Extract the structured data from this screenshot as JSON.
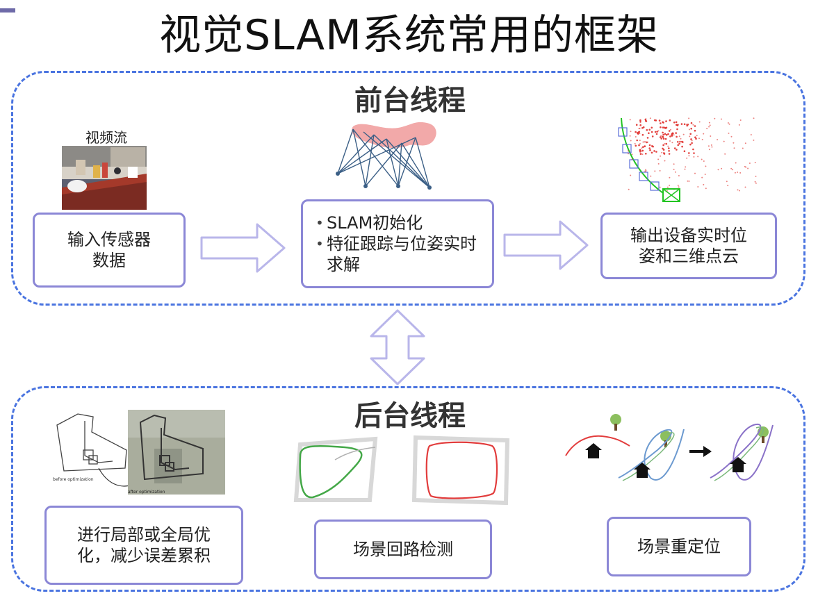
{
  "title": "视觉SLAM系统常用的框架",
  "frontend": {
    "title": "前台线程",
    "video_label": "视频流",
    "input_node": "输入传感器\n数据",
    "process_items": [
      "SLAM初始化",
      "特征跟踪与位姿实时求解"
    ],
    "output_node": "输出设备实时位\n姿和三维点云"
  },
  "backend": {
    "title": "后台线程",
    "before_caption": "before optimization",
    "after_caption": "after optimization",
    "optimize_node": "进行局部或全局优\n化，减少误差累积",
    "loop_node": "场景回路检测",
    "reloc_node": "场景重定位"
  },
  "colors": {
    "dash_border": "#4a74e0",
    "node_border": "#8b87d6",
    "arrow_stroke": "#b9b6ea",
    "point_cloud": "#e0302c",
    "camera_green": "#22c422"
  }
}
